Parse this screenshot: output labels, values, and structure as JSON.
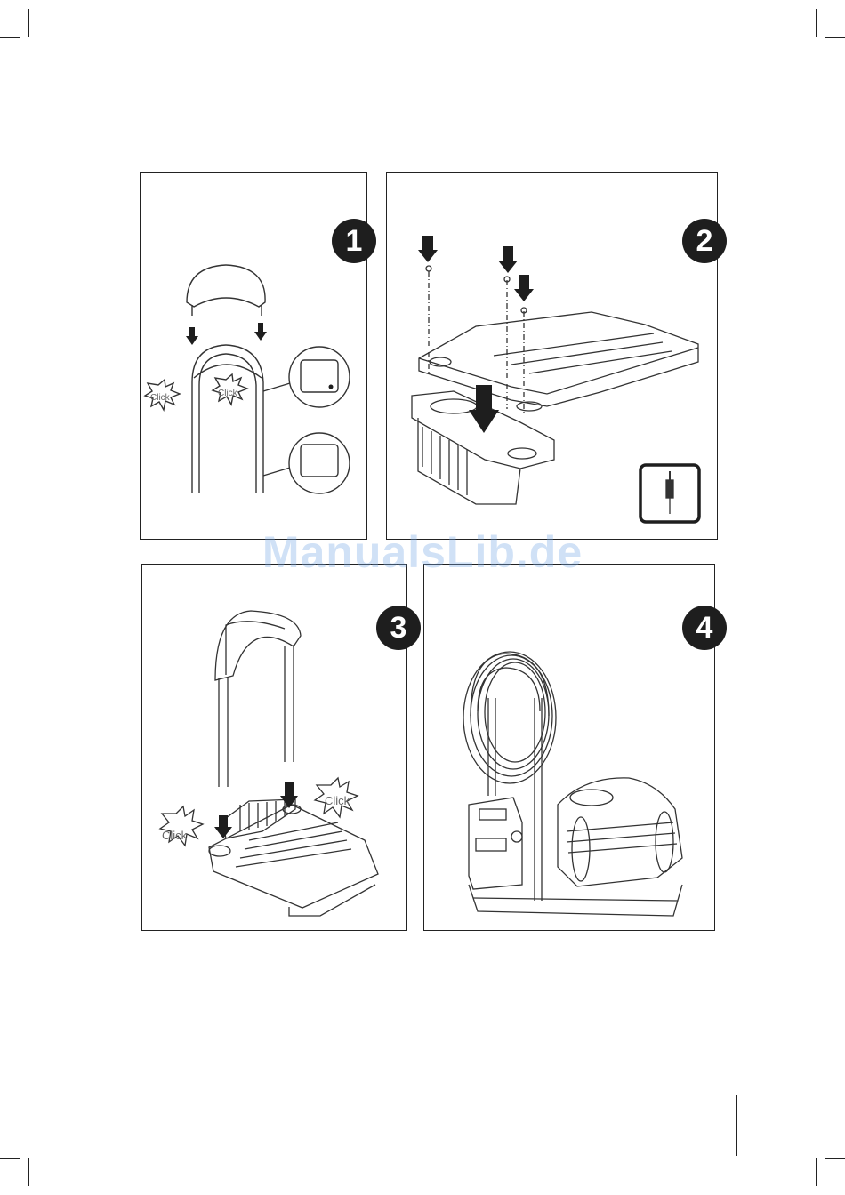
{
  "steps": {
    "one": {
      "number": "1",
      "click_left": "Click",
      "click_right": "Click"
    },
    "two": {
      "number": "2"
    },
    "three": {
      "number": "3",
      "click_left": "Click",
      "click_right": "Click"
    },
    "four": {
      "number": "4"
    }
  },
  "watermark": "ManualsLib.de",
  "colors": {
    "line": "#222222",
    "badge": "#1e1e1e",
    "watermark": "#78aae6"
  },
  "icons": {
    "tool": "screwdriver-icon"
  }
}
